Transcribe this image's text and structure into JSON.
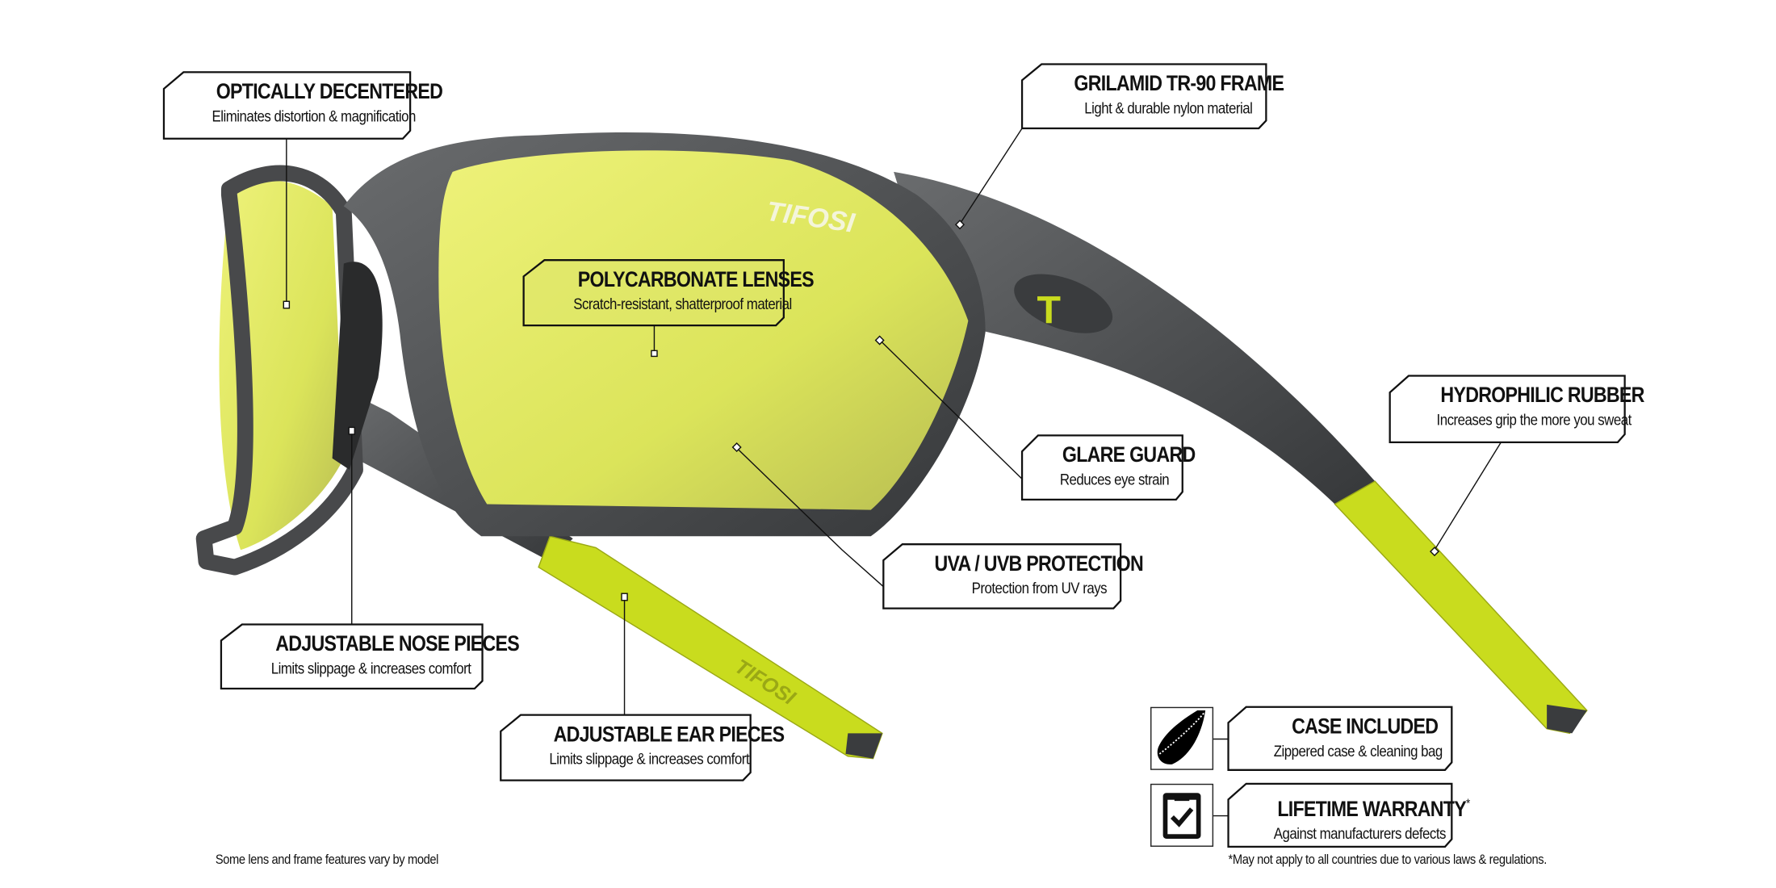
{
  "brand": "TIFOSI",
  "colors": {
    "lens": "#dbe55a",
    "frame": "#4a4c4e",
    "rubber": "#c9dc1e",
    "ink": "#111111"
  },
  "callouts": {
    "optically_decentered": {
      "title": "OPTICALLY DECENTERED",
      "subtitle": "Eliminates distortion & magnification"
    },
    "grilamid": {
      "title": "GRILAMID TR-90 FRAME",
      "subtitle": "Light & durable nylon material"
    },
    "polycarbonate": {
      "title": "POLYCARBONATE LENSES",
      "subtitle": "Scratch-resistant, shatterproof material"
    },
    "glare_guard": {
      "title": "GLARE GUARD",
      "subtitle": "Reduces eye strain"
    },
    "hydrophilic": {
      "title": "HYDROPHILIC RUBBER",
      "subtitle": "Increases grip the more you sweat"
    },
    "uva_uvb": {
      "title": "UVA / UVB PROTECTION",
      "subtitle": "Protection from UV rays"
    },
    "nose_pieces": {
      "title": "ADJUSTABLE NOSE PIECES",
      "subtitle": "Limits slippage & increases comfort"
    },
    "ear_pieces": {
      "title": "ADJUSTABLE EAR PIECES",
      "subtitle": "Limits slippage & increases comfort"
    },
    "case": {
      "title": "CASE INCLUDED",
      "subtitle": "Zippered case & cleaning bag",
      "icon": "case-icon"
    },
    "warranty": {
      "title": "LIFETIME WARRANTY",
      "title_mark": "*",
      "subtitle": "Against manufacturers defects",
      "icon": "clipboard-check-icon"
    }
  },
  "footnotes": {
    "left": "Some lens and frame features vary by model",
    "right": "*May not apply to all countries due to various laws & regulations."
  }
}
